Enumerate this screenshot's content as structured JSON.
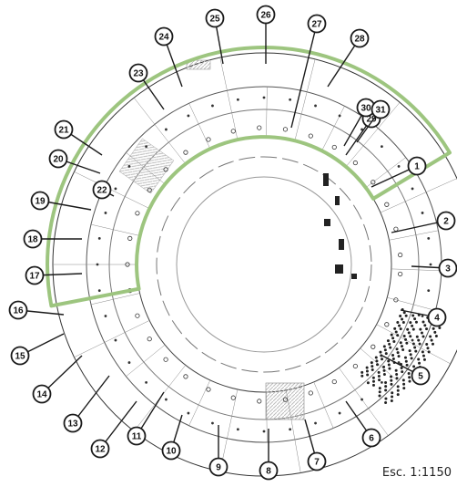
{
  "plan": {
    "scale_label": "Esc. 1:1150",
    "callouts": [
      {
        "label": "1"
      },
      {
        "label": "2"
      },
      {
        "label": "3"
      },
      {
        "label": "4"
      },
      {
        "label": "5"
      },
      {
        "label": "6"
      },
      {
        "label": "7"
      },
      {
        "label": "8"
      },
      {
        "label": "9"
      },
      {
        "label": "10"
      },
      {
        "label": "11"
      },
      {
        "label": "12"
      },
      {
        "label": "13"
      },
      {
        "label": "14"
      },
      {
        "label": "15"
      },
      {
        "label": "16"
      },
      {
        "label": "17"
      },
      {
        "label": "18"
      },
      {
        "label": "19"
      },
      {
        "label": "20"
      },
      {
        "label": "21"
      },
      {
        "label": "22"
      },
      {
        "label": "23"
      },
      {
        "label": "24"
      },
      {
        "label": "25"
      },
      {
        "label": "26"
      },
      {
        "label": "27"
      },
      {
        "label": "28"
      },
      {
        "label": "29"
      },
      {
        "label": "30"
      },
      {
        "label": "31"
      }
    ],
    "colors": {
      "highlight": "#9dc57f",
      "line": "#1a1a1a",
      "hatch": "#bdbdbd"
    }
  }
}
